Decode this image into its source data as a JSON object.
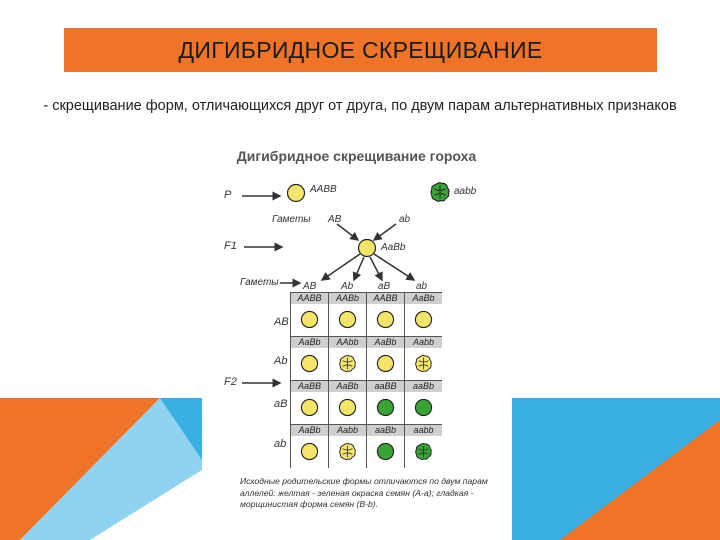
{
  "slide": {
    "title": "ДИГИБРИДНОЕ СКРЕЩИВАНИЕ",
    "subtitle": "- скрещивание форм, отличающихся друг от друга, по двум парам альтернативных признаков",
    "accent_colors": {
      "orange": "#f07427",
      "blue": "#3ab0e2",
      "light_blue": "#8fd3f1"
    }
  },
  "figure": {
    "title": "Дигибридное скрещивание гороха",
    "generation_labels": {
      "p": "P",
      "f1": "F1",
      "f2": "F2"
    },
    "gametes_label": "Гаметы",
    "parents": [
      {
        "genotype": "AABB",
        "color": "yellow",
        "shape": "smooth"
      },
      {
        "genotype": "aabb",
        "color": "green",
        "shape": "wrinkled"
      }
    ],
    "parent_gametes": [
      "AB",
      "ab"
    ],
    "f1_genotype": "AaBb",
    "f1_gametes": [
      "AB",
      "Ab",
      "aB",
      "ab"
    ],
    "punnett": [
      [
        {
          "genotype": "AABB",
          "color": "yellow",
          "shape": "smooth"
        },
        {
          "genotype": "AABb",
          "color": "yellow",
          "shape": "smooth"
        },
        {
          "genotype": "AABB",
          "color": "yellow",
          "shape": "smooth"
        },
        {
          "genotype": "AaBb",
          "color": "yellow",
          "shape": "smooth"
        }
      ],
      [
        {
          "genotype": "AaBb",
          "color": "yellow",
          "shape": "smooth"
        },
        {
          "genotype": "AAbb",
          "color": "yellow",
          "shape": "wrinkled"
        },
        {
          "genotype": "AaBb",
          "color": "yellow",
          "shape": "smooth"
        },
        {
          "genotype": "Aabb",
          "color": "yellow",
          "shape": "wrinkled"
        }
      ],
      [
        {
          "genotype": "AaBB",
          "color": "yellow",
          "shape": "smooth"
        },
        {
          "genotype": "AaBb",
          "color": "yellow",
          "shape": "smooth"
        },
        {
          "genotype": "aaBB",
          "color": "green",
          "shape": "smooth"
        },
        {
          "genotype": "aaBb",
          "color": "green",
          "shape": "smooth"
        }
      ],
      [
        {
          "genotype": "AaBb",
          "color": "yellow",
          "shape": "smooth"
        },
        {
          "genotype": "Aabb",
          "color": "yellow",
          "shape": "wrinkled"
        },
        {
          "genotype": "aaBb",
          "color": "green",
          "shape": "smooth"
        },
        {
          "genotype": "aabb",
          "color": "green",
          "shape": "wrinkled"
        }
      ]
    ],
    "pea_colors": {
      "yellow": "#f4e56a",
      "green": "#3aa336",
      "outline": "#222222"
    },
    "caption": "Исходные родительские формы отличаются по двум парам аллелей: желтая - зеленая окраска семян (А-а); гладкая - морщинистая форма семян (В-b)."
  }
}
